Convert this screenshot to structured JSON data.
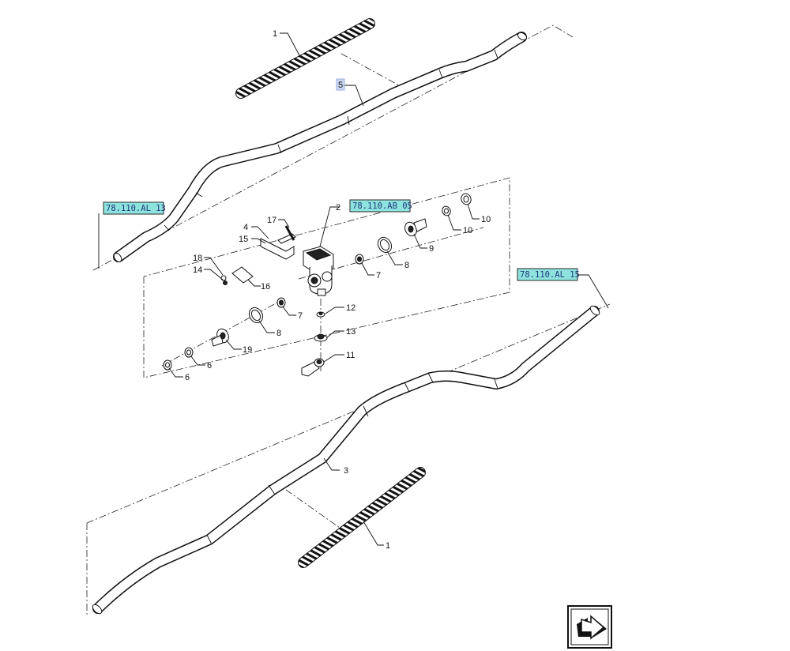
{
  "callouts": {
    "c1_top": "1",
    "c5": "5",
    "c2": "2",
    "c17": "17",
    "c4": "4",
    "c15": "15",
    "c18": "18",
    "c14": "14",
    "c16": "16",
    "c10a": "10",
    "c10b": "10",
    "c9": "9",
    "c8a": "8",
    "c7a": "7",
    "c7b": "7",
    "c8b": "8",
    "c12": "12",
    "c13": "13",
    "c11": "11",
    "c19": "19",
    "c6a": "6",
    "c6b": "6",
    "c3": "3",
    "c1_bottom": "1"
  },
  "references": {
    "ref_al13": "78.110.AL 13",
    "ref_ab05": "78.110.AB 05",
    "ref_al15": "78.110.AL 15"
  },
  "icons": {
    "navigation": "return-arrow-icon"
  }
}
